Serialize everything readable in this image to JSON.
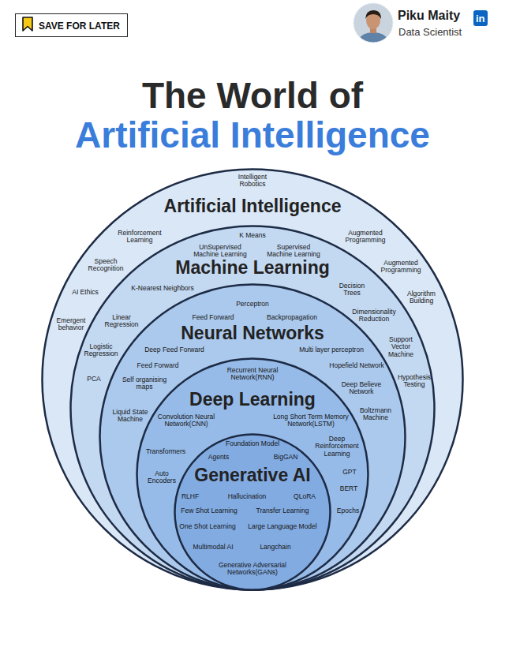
{
  "diagram": {
    "title": "The World of Artificial Intelligence",
    "nodes": [
      {
        "text": [
          "SAVE FOR LATER"
        ]
      },
      {
        "text": [
          "in"
        ]
      },
      {
        "text": [
          "Artificial Intelligence",
          "Intelligent Robotics",
          "Reinforcement Learning",
          "Augmented Programming",
          "Speech Recognition",
          "Augmented Programming",
          "AI Ethics",
          "Algorithm Building",
          "Emergent behavior"
        ]
      },
      {
        "text": [
          "Machine Learning",
          "K Means",
          "UnSupervised Machine Learning",
          "Supervised Machine Learning",
          "K-Nearest Neighbors",
          "Decision Trees",
          "Linear Regression",
          "Dimensionality Reduction",
          "Logistic Regression",
          "Support Vector Machine",
          "PCA",
          "Hypothesis Testing"
        ],
        "in": 2
      },
      {
        "text": [
          "Neural Networks",
          "Perceptron",
          "Feed Forward",
          "Backpropagation",
          "Deep Feed Forward",
          "Multi layer perceptron",
          "Feed Forward",
          "Hopefield Network",
          "Self organising maps",
          "Deep Believe Network",
          "Liquid State Machine",
          "Boltzmann Machine"
        ],
        "in": 3
      },
      {
        "text": [
          "Deep Learning",
          "Recurrent Neural Network(RNN)",
          "Convolution Neural Network(CNN)",
          "Long Short Term Memory Network(LSTM)",
          "Deep Reinforcement Learning",
          "Transformers",
          "GPT",
          "Auto Encoders",
          "BERT",
          "Epochs"
        ],
        "in": 4
      },
      {
        "text": [
          "Generative AI",
          "Foundation Model",
          "Agents",
          "BigGAN",
          "RLHF",
          "Hallucination",
          "QLoRA",
          "Few Shot Learning",
          "Transfer Learning",
          "One Shot Learning",
          "Large Language Model",
          "Multimodal AI",
          "Langchain",
          "Generative Adversarial Networks(GANs)"
        ],
        "in": 5
      }
    ],
    "labels": [
      "Piku Maity",
      "Data Scientist"
    ]
  }
}
